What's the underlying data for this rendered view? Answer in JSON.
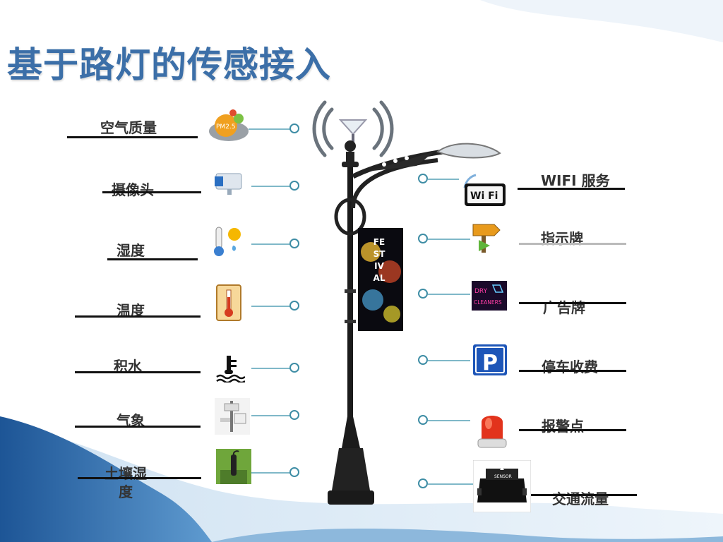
{
  "slide": {
    "title": "基于路灯的传感接入"
  },
  "left_sensors": [
    {
      "label": "空气质量",
      "icon": "pm25-icon",
      "badge": "PM2.5"
    },
    {
      "label": "摄像头",
      "icon": "camera-icon"
    },
    {
      "label": "湿度",
      "icon": "humidity-icon"
    },
    {
      "label": "温度",
      "icon": "thermometer-icon"
    },
    {
      "label": "积水",
      "icon": "water-level-icon"
    },
    {
      "label": "气象",
      "icon": "weather-station-icon"
    },
    {
      "label": "土壤湿度",
      "icon": "soil-sensor-icon"
    }
  ],
  "right_sensors": [
    {
      "label": "WIFI 服务",
      "icon": "wifi-icon",
      "badge": "Wi Fi"
    },
    {
      "label": "指示牌",
      "icon": "signpost-icon"
    },
    {
      "label": "广告牌",
      "icon": "billboard-icon",
      "badge": "DRY CLEANERS"
    },
    {
      "label": "停车收费",
      "icon": "parking-icon",
      "badge": "P"
    },
    {
      "label": "报警点",
      "icon": "alarm-light-icon"
    },
    {
      "label": "交通流量",
      "icon": "traffic-sensor-icon"
    }
  ],
  "banner": {
    "text": "FESTIVAL"
  },
  "colors": {
    "title": "#3c6fa8",
    "connector": "#7fb8c8",
    "dot": "#3e8da5",
    "wave": "#1f5e9e"
  }
}
